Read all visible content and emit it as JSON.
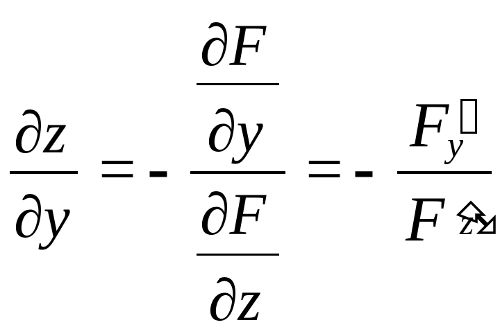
{
  "equation": {
    "lhs": {
      "numerator": "∂z",
      "denominator": "∂y"
    },
    "equals_1": "=",
    "minus_1": "-",
    "middle": {
      "outer_numerator": {
        "numerator": "∂F",
        "denominator": "∂y"
      },
      "outer_denominator": {
        "numerator": "∂F",
        "denominator": "∂z"
      }
    },
    "equals_2": "=",
    "minus_2": "-",
    "rhs": {
      "numerator_base": "F",
      "numerator_subscript": "y",
      "denominator_base": "F",
      "denominator_subscript": "z"
    }
  },
  "colors": {
    "ink": "#000000",
    "background": "#ffffff"
  }
}
